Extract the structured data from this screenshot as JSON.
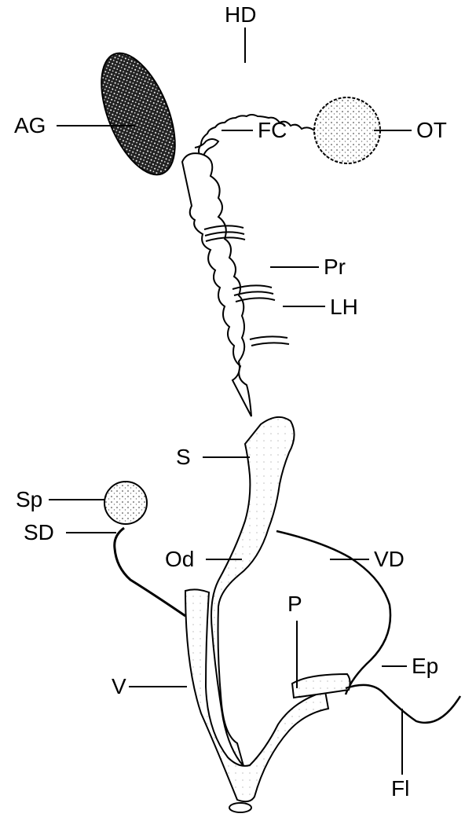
{
  "labels": {
    "HD": "HD",
    "AG": "AG",
    "FC": "FC",
    "OT": "OT",
    "Pr": "Pr",
    "LH": "LH",
    "S": "S",
    "Sp": "Sp",
    "SD": "SD",
    "Od": "Od",
    "VD": "VD",
    "P": "P",
    "Ep": "Ep",
    "V": "V",
    "Fl": "Fl"
  },
  "colors": {
    "ink": "#000000",
    "background": "#ffffff",
    "stipple": "#555555"
  }
}
